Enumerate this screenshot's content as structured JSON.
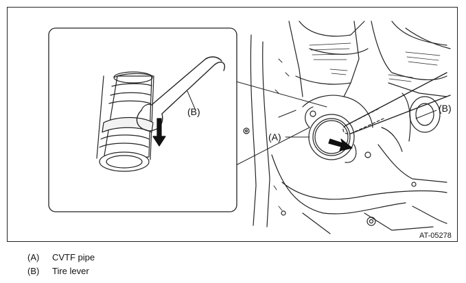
{
  "figure": {
    "callouts": [
      {
        "id": "inset-b",
        "text": "(B)"
      },
      {
        "id": "main-a",
        "text": "(A)"
      },
      {
        "id": "main-b",
        "text": "(B)"
      }
    ],
    "figure_id": "AT-05278"
  },
  "legend": [
    {
      "key": "(A)",
      "label": "CVTF pipe"
    },
    {
      "key": "(B)",
      "label": "Tire lever"
    }
  ]
}
